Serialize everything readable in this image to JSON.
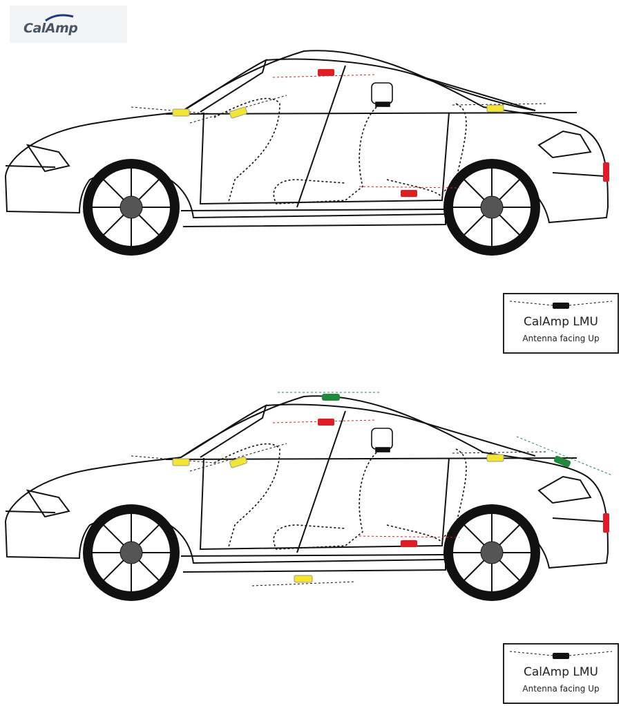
{
  "logo": {
    "text": "CalAmp",
    "brand_color": "#4b5563",
    "swoosh_color": "#1e3a8a"
  },
  "legends": [
    {
      "title": "CalAmp LMU",
      "subtitle": "Antenna facing Up"
    },
    {
      "title": "CalAmp LMU",
      "subtitle": "Antenna facing Up"
    }
  ],
  "marker_colors": {
    "yellow": "#f4e62a",
    "red": "#e31b23",
    "green": "#1f8a3c",
    "black": "#111111"
  }
}
